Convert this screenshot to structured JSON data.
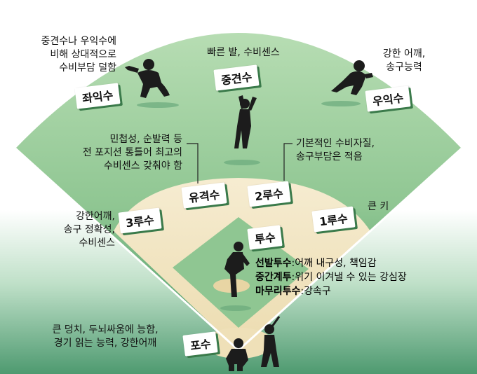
{
  "positions": {
    "left_fielder": "좌익수",
    "center_fielder": "중견수",
    "right_fielder": "우익수",
    "shortstop": "유격수",
    "second_base": "2루수",
    "third_base": "3루수",
    "first_base": "1루수",
    "pitcher": "투수",
    "catcher": "포수"
  },
  "notes": {
    "left_fielder": [
      "중견수나 우익수에",
      "비해 상대적으로",
      "수비부담 덜함"
    ],
    "center_fielder": [
      "빠른 발, 수비센스"
    ],
    "right_fielder": [
      "강한 어깨,",
      "송구능력"
    ],
    "shortstop": [
      "민첩성, 순발력 등",
      "전 포지션 통틀어 최고의",
      "수비센스 갖춰야 함"
    ],
    "second_base": [
      "기본적인 수비자질,",
      "송구부담은 적음"
    ],
    "third_base": [
      "강한어깨,",
      "송구 정확성,",
      "수비센스"
    ],
    "first_base": [
      "큰 키"
    ],
    "catcher": [
      "큰 덩치, 두뇌싸움에 능함,",
      "경기 읽는 능력, 강한어깨"
    ]
  },
  "pitcher_roles": [
    {
      "role": "선발투수",
      "desc": ":어깨 내구성, 책임감"
    },
    {
      "role": "중간계투",
      "desc": ":위기 이겨낼 수 있는 강심장"
    },
    {
      "role": "마무리투수",
      "desc": ":강속구"
    }
  ],
  "colors": {
    "grass_light": "#a6d4a4",
    "grass_dark": "#4f9a68",
    "infield_dirt": "#f3e6c4",
    "shadow": "#3a7a4a"
  }
}
